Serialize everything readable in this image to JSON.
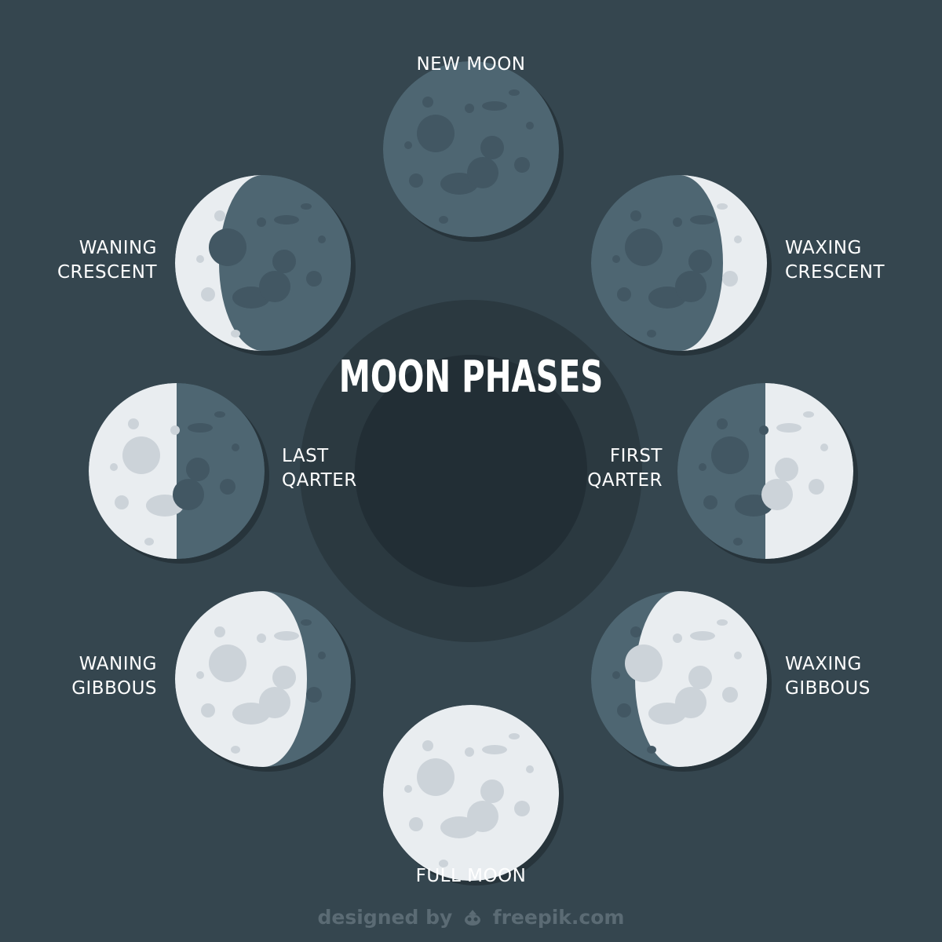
{
  "title": "MOON PHASES",
  "credit": {
    "prefix": "designed by",
    "brand": "freepik.com"
  },
  "phases": [
    {
      "id": "new-moon",
      "line1": "NEW MOON",
      "line2": "",
      "illumination": 0,
      "lit_side": "none"
    },
    {
      "id": "waxing-crescent",
      "line1": "WAXING",
      "line2": "CRESCENT",
      "illumination": 0.25,
      "lit_side": "right"
    },
    {
      "id": "first-quarter",
      "line1": "FIRST",
      "line2": "QARTER",
      "illumination": 0.5,
      "lit_side": "right"
    },
    {
      "id": "waxing-gibbous",
      "line1": "WAXING",
      "line2": "GIBBOUS",
      "illumination": 0.75,
      "lit_side": "right"
    },
    {
      "id": "full-moon",
      "line1": "FULL MOON",
      "line2": "",
      "illumination": 1,
      "lit_side": "all"
    },
    {
      "id": "waning-gibbous",
      "line1": "WANING",
      "line2": "GIBBOUS",
      "illumination": 0.75,
      "lit_side": "left"
    },
    {
      "id": "last-quarter",
      "line1": "LAST",
      "line2": "QARTER",
      "illumination": 0.5,
      "lit_side": "left"
    },
    {
      "id": "waning-crescent",
      "line1": "WANING",
      "line2": "CRESCENT",
      "illumination": 0.25,
      "lit_side": "left"
    }
  ],
  "colors": {
    "background": "#35464f",
    "ring_outer": "#2b3940",
    "ring_inner": "#222e35",
    "moon_light": "#e9edf0",
    "moon_light_crater": "#ccd3d9",
    "moon_dark": "#4e6672",
    "moon_dark_crater": "#425763",
    "shadow": "#27343b",
    "text": "#ffffff"
  }
}
